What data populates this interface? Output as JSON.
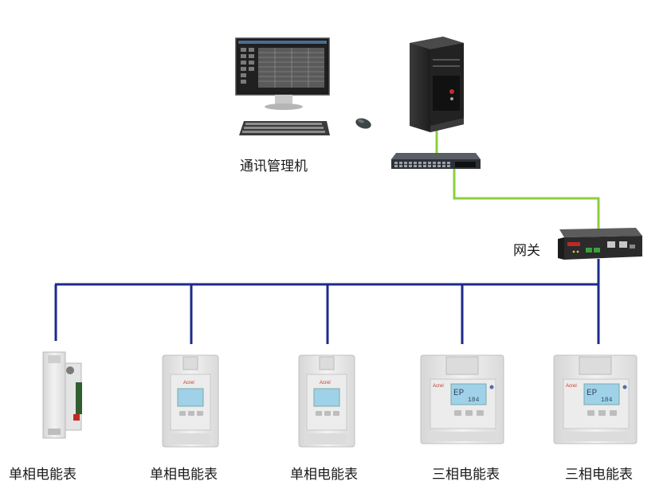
{
  "labels": {
    "management_pc": "通讯管理机",
    "gateway": "网关",
    "meters": [
      "单相电能表",
      "单相电能表",
      "单相电能表",
      "三相电能表",
      "三相电能表"
    ]
  },
  "meter_displays": {
    "meter_4": [
      "EP",
      "184"
    ],
    "meter_5": [
      "EP",
      "184"
    ]
  },
  "colors": {
    "bus_line": "#1c2a8c",
    "ethernet_line": "#8ccf3c",
    "device_body": "#e8e8e8",
    "lcd": "#9fd2e8"
  },
  "icons": [
    "monitor-icon",
    "keyboard-icon",
    "mouse-icon",
    "server-tower-icon",
    "network-switch-icon",
    "gateway-icon",
    "single-phase-meter-icon",
    "three-phase-meter-icon"
  ]
}
